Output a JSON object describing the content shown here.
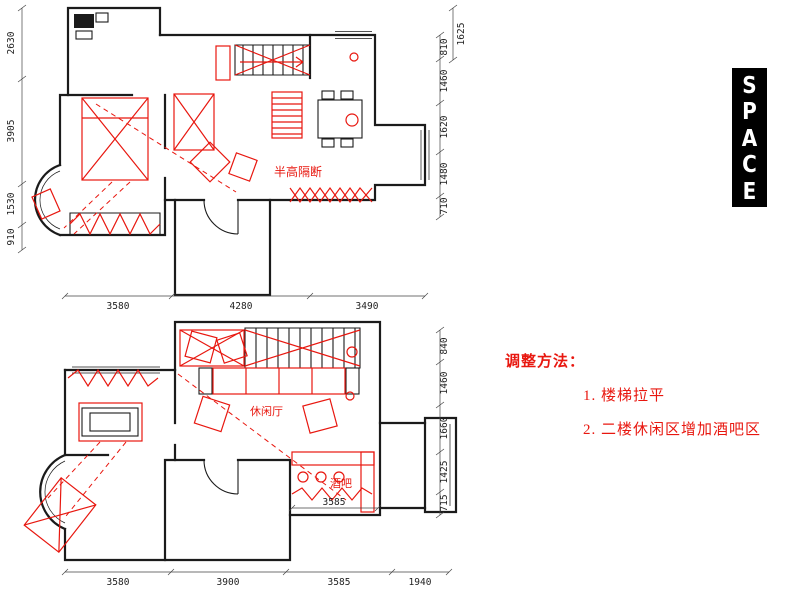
{
  "colors": {
    "annotation_red": "#e8170f",
    "wall_black": "#1b1b1b",
    "logo_bg": "#000000",
    "logo_fg": "#ffffff"
  },
  "logo": {
    "letters": [
      "S",
      "P",
      "A",
      "C",
      "E"
    ]
  },
  "notes": {
    "title": "调整方法：",
    "items": [
      "1. 楼梯拉平",
      "2. 二楼休闲区增加酒吧区"
    ]
  },
  "upper_plan": {
    "partition_label": "半高隔断",
    "dims": {
      "left": [
        "2630",
        "3905",
        "1530",
        "910"
      ],
      "right_outer": [
        "1625"
      ],
      "right": [
        "810",
        "1460",
        "1620",
        "1480",
        "710"
      ],
      "bottom": [
        "3580",
        "4280",
        "3490"
      ]
    }
  },
  "lower_plan": {
    "lounge_label": "休闲厅",
    "bar_label": "酒吧",
    "inner_dim": "3585",
    "dims": {
      "right": [
        "840",
        "1460",
        "1660",
        "1425",
        "715"
      ],
      "bottom": [
        "3580",
        "3900",
        "3585",
        "1940"
      ]
    }
  }
}
